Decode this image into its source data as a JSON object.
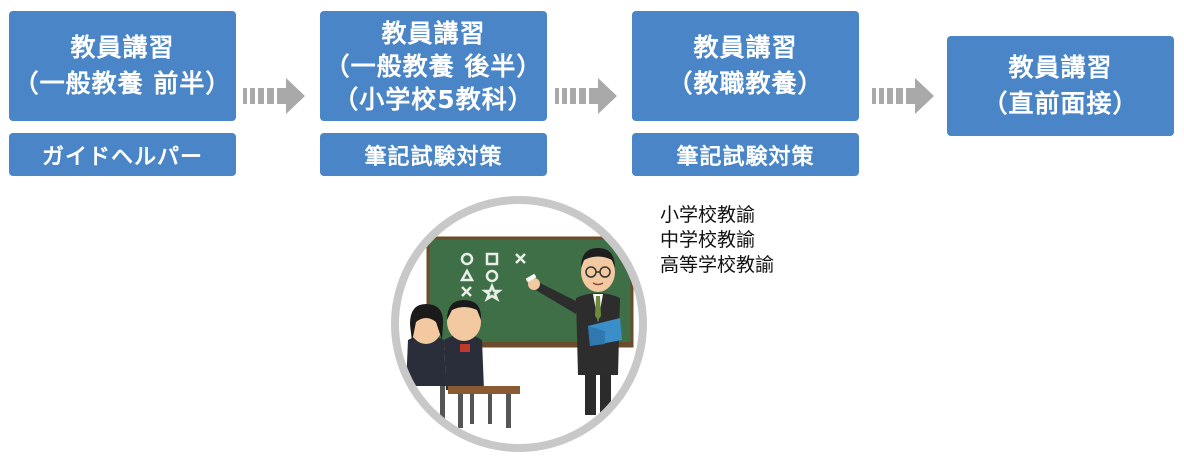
{
  "steps": [
    {
      "lines": [
        "教員講習",
        "（一般教養 前半）"
      ],
      "tag": "ガイドヘルパー"
    },
    {
      "lines": [
        "教員講習",
        "（一般教養 後半）",
        "（小学校5教科）"
      ],
      "tag": "筆記試験対策"
    },
    {
      "lines": [
        "教員講習",
        "（教職教養）"
      ],
      "tag": "筆記試験対策"
    },
    {
      "lines": [
        "教員講習",
        "（直前面接）"
      ]
    }
  ],
  "qualifications": [
    "小学校教諭",
    "中学校教諭",
    "高等学校教諭"
  ],
  "colors": {
    "box": "#4a86c7",
    "arrow": "#a9a9a9",
    "circle": "#c8c8c8",
    "board": "#3f6f47"
  }
}
